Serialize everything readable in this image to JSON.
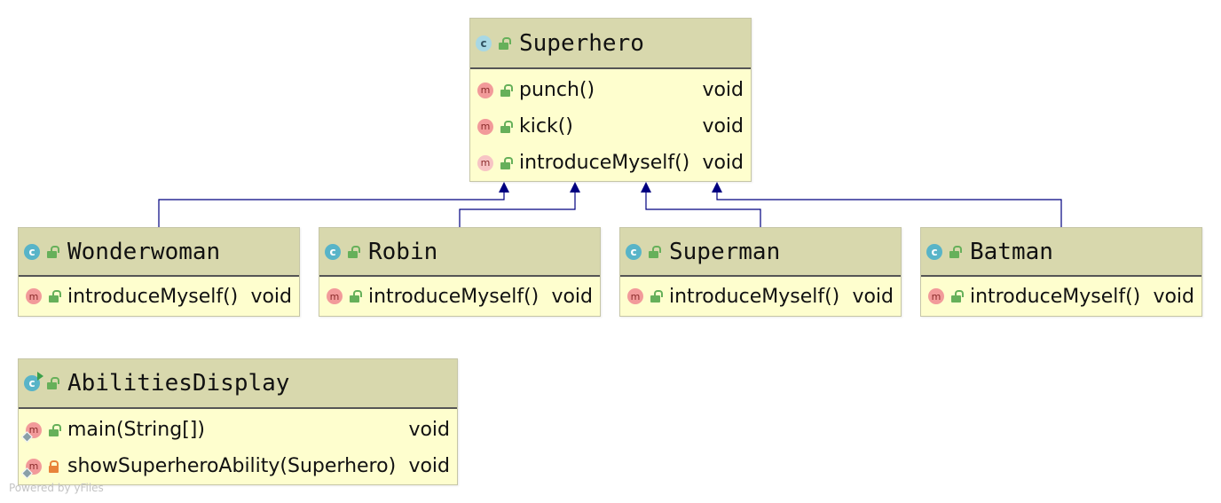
{
  "classes": {
    "superhero": {
      "name": "Superhero",
      "kind": "abstract-class",
      "members": [
        {
          "name": "punch()",
          "type": "void",
          "visibility": "public"
        },
        {
          "name": "kick()",
          "type": "void",
          "visibility": "public"
        },
        {
          "name": "introduceMyself()",
          "type": "void",
          "visibility": "public",
          "abstract": true
        }
      ]
    },
    "wonderwoman": {
      "name": "Wonderwoman",
      "kind": "class",
      "members": [
        {
          "name": "introduceMyself()",
          "type": "void",
          "visibility": "public"
        }
      ]
    },
    "robin": {
      "name": "Robin",
      "kind": "class",
      "members": [
        {
          "name": "introduceMyself()",
          "type": "void",
          "visibility": "public"
        }
      ]
    },
    "superman": {
      "name": "Superman",
      "kind": "class",
      "members": [
        {
          "name": "introduceMyself()",
          "type": "void",
          "visibility": "public"
        }
      ]
    },
    "batman": {
      "name": "Batman",
      "kind": "class",
      "members": [
        {
          "name": "introduceMyself()",
          "type": "void",
          "visibility": "public"
        }
      ]
    },
    "abilitiesDisplay": {
      "name": "AbilitiesDisplay",
      "kind": "runnable-class",
      "members": [
        {
          "name": "main(String[])",
          "type": "void",
          "visibility": "public",
          "static": true
        },
        {
          "name": "showSuperheroAbility(Superhero)",
          "type": "void",
          "visibility": "private",
          "static": true
        }
      ]
    }
  },
  "relations": [
    {
      "from": "Wonderwoman",
      "to": "Superhero",
      "type": "extends"
    },
    {
      "from": "Robin",
      "to": "Superhero",
      "type": "extends"
    },
    {
      "from": "Superman",
      "to": "Superhero",
      "type": "extends"
    },
    {
      "from": "Batman",
      "to": "Superhero",
      "type": "extends"
    }
  ],
  "icons": {
    "class_letter": "c",
    "method_letter": "m"
  },
  "footer": "Powered by yFiles",
  "colors": {
    "header": "#d8d8ad",
    "body": "#fefece",
    "edge": "#000080",
    "class_icon": "#58b4c8",
    "method_icon": "#f29a9a",
    "public_lock": "#66b05a",
    "private_lock": "#e8833a"
  }
}
